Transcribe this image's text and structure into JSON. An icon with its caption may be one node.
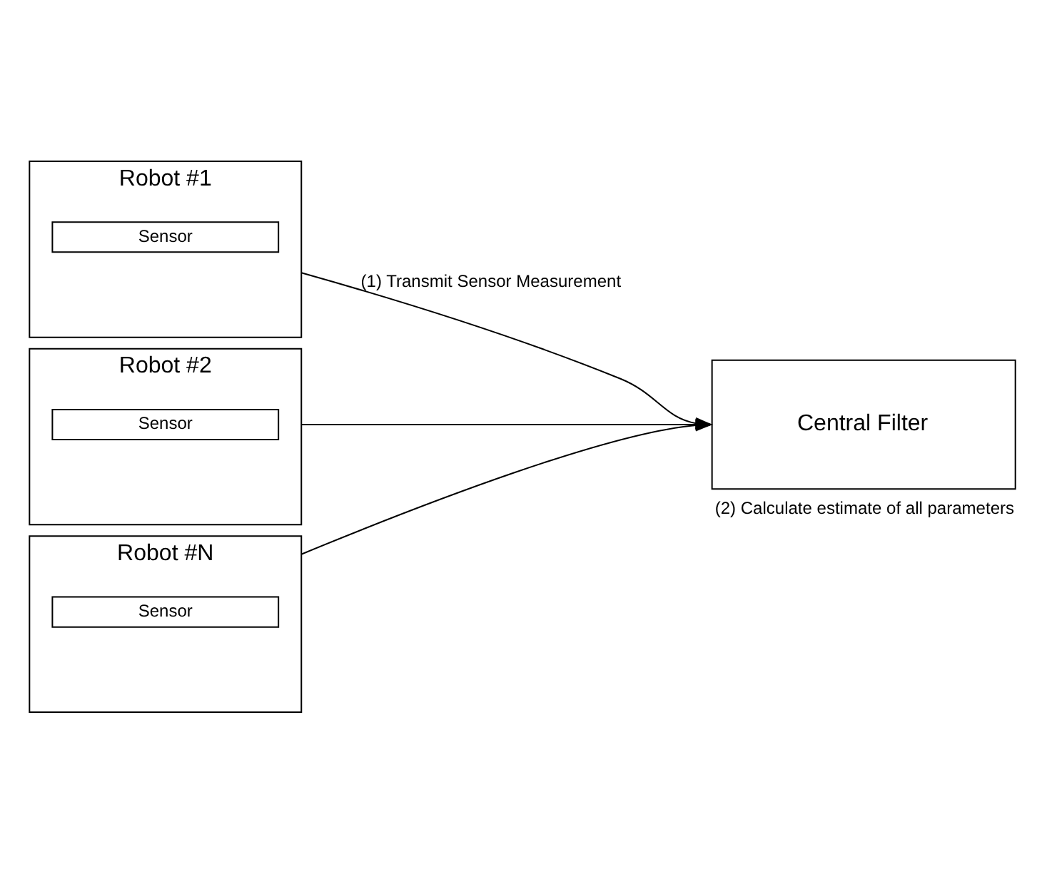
{
  "diagram": {
    "nodes": [
      {
        "text": [
          "Robot #1"
        ]
      },
      {
        "text": [
          "Sensor"
        ],
        "in": 0
      },
      {
        "text": [
          "Robot #2"
        ]
      },
      {
        "text": [
          "Sensor"
        ],
        "in": 2
      },
      {
        "text": [
          "Robot #N"
        ]
      },
      {
        "text": [
          "Sensor"
        ],
        "in": 4
      },
      {
        "text": [
          "Central Filter"
        ],
        "beside": [
          "(2) Calculate estimate of all parameters"
        ]
      }
    ],
    "edges": [
      {
        "from": 0,
        "to": 6,
        "arrow": "to",
        "label": "(1) Transmit Sensor Measurement"
      },
      {
        "from": 2,
        "to": 6,
        "arrow": "to"
      },
      {
        "from": 4,
        "to": 6,
        "arrow": "to"
      }
    ]
  }
}
